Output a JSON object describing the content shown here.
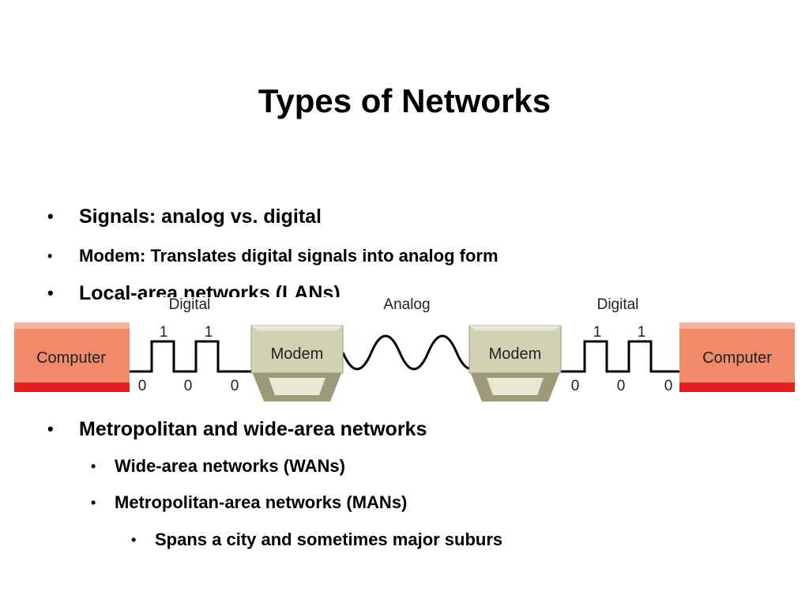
{
  "slide": {
    "title": "Types of Networks",
    "bullets": [
      "Signals: analog vs. digital",
      "Modem: Translates digital signals into analog form",
      "Local-area networks (LANs)",
      "Metropolitan and wide-area networks",
      "Wide-area networks (WANs)",
      "Metropolitan-area networks (MANs)",
      "Spans a city and sometimes major suburs"
    ],
    "bullet_glyph": "•"
  },
  "diagram": {
    "label_digital_left": "Digital",
    "label_analog": "Analog",
    "label_digital_right": "Digital",
    "computer_left": "Computer",
    "computer_right": "Computer",
    "modem_left": "Modem",
    "modem_right": "Modem",
    "bits_left": [
      "0",
      "1",
      "0",
      "1",
      "0"
    ],
    "bits_right": [
      "0",
      "1",
      "0",
      "1",
      "0"
    ],
    "colors": {
      "computer_face": "#f08a6a",
      "computer_top": "#f7b39a",
      "computer_bottom": "#e02020",
      "modem_face": "#d3d1b3",
      "modem_light": "#e9e8d4",
      "modem_dark": "#9c9a7a",
      "line": "#000000"
    }
  }
}
